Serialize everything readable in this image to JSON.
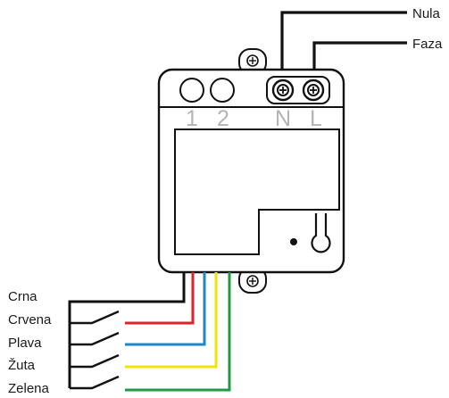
{
  "top_labels": {
    "neutral": "Nula",
    "phase": "Faza"
  },
  "terminal_labels": [
    "1",
    "2",
    "N",
    "L"
  ],
  "switch_labels": [
    "Crna",
    "Crvena",
    "Plava",
    "Žuta",
    "Zelena"
  ],
  "colors": {
    "outline": "#111111",
    "wire_black": "#111111",
    "wire_red": "#d9262c",
    "wire_blue": "#1f86c8",
    "wire_yellow": "#f2e40a",
    "wire_green": "#1f9a45",
    "terminal_text": "#b4b4b4",
    "module_body": "#ffffff"
  }
}
